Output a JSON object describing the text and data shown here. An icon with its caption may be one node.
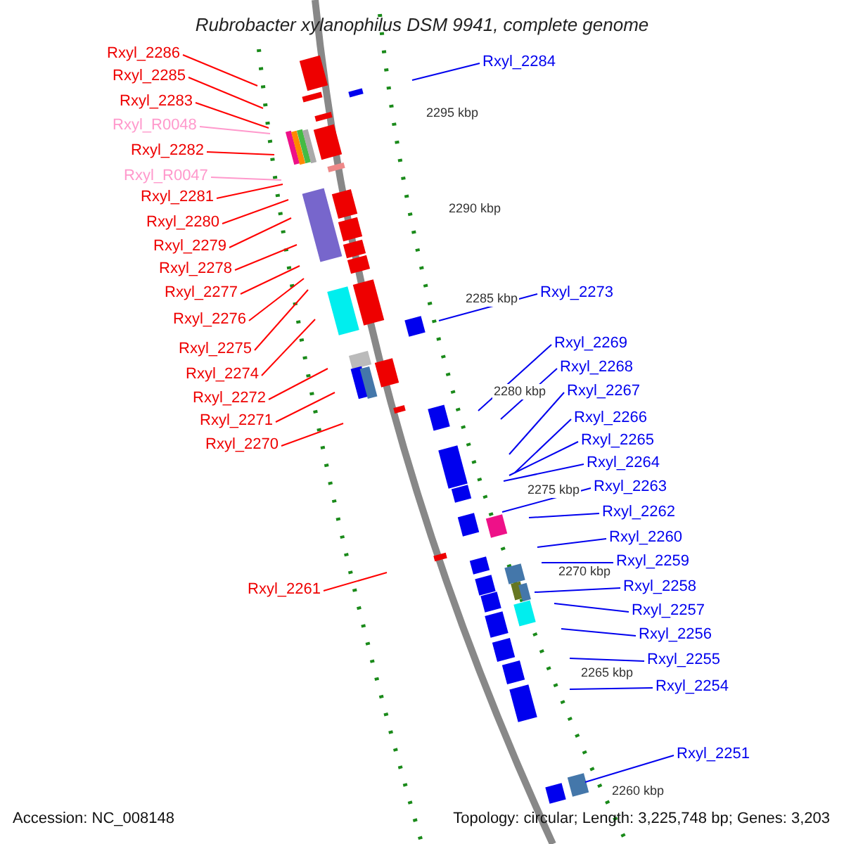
{
  "diagram": {
    "title": "Rubrobacter xylanophilus DSM 9941, complete genome",
    "nodes": [
      {
        "text": [
          "Rxyl_2286"
        ]
      },
      {
        "text": [
          "Rxyl_2285"
        ]
      },
      {
        "text": [
          "Rxyl_2283"
        ]
      },
      {
        "text": [
          "Rxyl_R0048"
        ]
      },
      {
        "text": [
          "Rxyl_2282"
        ]
      },
      {
        "text": [
          "Rxyl_R0047"
        ]
      },
      {
        "text": [
          "Rxyl_2281"
        ]
      },
      {
        "text": [
          "Rxyl_2280"
        ]
      },
      {
        "text": [
          "Rxyl_2279"
        ]
      },
      {
        "text": [
          "Rxyl_2278"
        ]
      },
      {
        "text": [
          "Rxyl_2277"
        ]
      },
      {
        "text": [
          "Rxyl_2276"
        ]
      },
      {
        "text": [
          "Rxyl_2275"
        ]
      },
      {
        "text": [
          "Rxyl_2274"
        ]
      },
      {
        "text": [
          "Rxyl_2272"
        ]
      },
      {
        "text": [
          "Rxyl_2271"
        ]
      },
      {
        "text": [
          "Rxyl_2270"
        ]
      },
      {
        "text": [
          "Rxyl_2261"
        ]
      },
      {
        "text": [
          "Rxyl_2284"
        ]
      },
      {
        "text": [
          "Rxyl_2273"
        ]
      },
      {
        "text": [
          "Rxyl_2269"
        ]
      },
      {
        "text": [
          "Rxyl_2268"
        ]
      },
      {
        "text": [
          "Rxyl_2267"
        ]
      },
      {
        "text": [
          "Rxyl_2266"
        ]
      },
      {
        "text": [
          "Rxyl_2265"
        ]
      },
      {
        "text": [
          "Rxyl_2264"
        ]
      },
      {
        "text": [
          "Rxyl_2263"
        ]
      },
      {
        "text": [
          "Rxyl_2262"
        ]
      },
      {
        "text": [
          "Rxyl_2260"
        ]
      },
      {
        "text": [
          "Rxyl_2259"
        ]
      },
      {
        "text": [
          "Rxyl_2258"
        ]
      },
      {
        "text": [
          "Rxyl_2257"
        ]
      },
      {
        "text": [
          "Rxyl_2256"
        ]
      },
      {
        "text": [
          "Rxyl_2255"
        ]
      },
      {
        "text": [
          "Rxyl_2254"
        ]
      },
      {
        "text": [
          "Rxyl_2251"
        ]
      }
    ],
    "edges": [
      {
        "from": 0,
        "to": null,
        "arrow": "none",
        "color": "#ff0000"
      },
      {
        "from": 1,
        "to": null,
        "arrow": "none",
        "color": "#ff0000"
      },
      {
        "from": 2,
        "to": null,
        "arrow": "none",
        "color": "#ff0000"
      },
      {
        "from": 3,
        "to": null,
        "arrow": "none",
        "color": "#ff99cc"
      },
      {
        "from": 4,
        "to": null,
        "arrow": "none",
        "color": "#ff0000"
      },
      {
        "from": 5,
        "to": null,
        "arrow": "none",
        "color": "#ff99cc"
      },
      {
        "from": 6,
        "to": null,
        "arrow": "none",
        "color": "#ff0000"
      },
      {
        "from": 7,
        "to": null,
        "arrow": "none",
        "color": "#ff0000"
      },
      {
        "from": 8,
        "to": null,
        "arrow": "none",
        "color": "#ff0000"
      },
      {
        "from": 9,
        "to": null,
        "arrow": "none",
        "color": "#ff0000"
      },
      {
        "from": 10,
        "to": null,
        "arrow": "none",
        "color": "#ff0000"
      },
      {
        "from": 11,
        "to": null,
        "arrow": "none",
        "color": "#ff0000"
      },
      {
        "from": 12,
        "to": null,
        "arrow": "none",
        "color": "#ff0000"
      },
      {
        "from": 13,
        "to": null,
        "arrow": "none",
        "color": "#ff0000"
      },
      {
        "from": 14,
        "to": null,
        "arrow": "none",
        "color": "#ff0000"
      },
      {
        "from": 15,
        "to": null,
        "arrow": "none",
        "color": "#ff0000"
      },
      {
        "from": 16,
        "to": null,
        "arrow": "none",
        "color": "#ff0000"
      },
      {
        "from": 17,
        "to": null,
        "arrow": "none",
        "color": "#ff0000"
      },
      {
        "from": 18,
        "to": null,
        "arrow": "none"
      },
      {
        "from": 19,
        "to": null,
        "arrow": "none"
      },
      {
        "from": 20,
        "to": null,
        "arrow": "none"
      },
      {
        "from": 21,
        "to": null,
        "arrow": "none"
      },
      {
        "from": 22,
        "to": null,
        "arrow": "none"
      },
      {
        "from": 23,
        "to": null,
        "arrow": "none"
      },
      {
        "from": 24,
        "to": null,
        "arrow": "none"
      },
      {
        "from": 25,
        "to": null,
        "arrow": "none"
      },
      {
        "from": 26,
        "to": null,
        "arrow": "none"
      },
      {
        "from": 27,
        "to": null,
        "arrow": "none"
      },
      {
        "from": 28,
        "to": null,
        "arrow": "none"
      },
      {
        "from": 29,
        "to": null,
        "arrow": "none"
      },
      {
        "from": 30,
        "to": null,
        "arrow": "none"
      },
      {
        "from": 31,
        "to": null,
        "arrow": "none"
      },
      {
        "from": 32,
        "to": null,
        "arrow": "none"
      },
      {
        "from": 33,
        "to": null,
        "arrow": "none"
      },
      {
        "from": 34,
        "to": null,
        "arrow": "none"
      },
      {
        "from": 35,
        "to": null,
        "arrow": "none"
      }
    ],
    "labels": [
      "2295 kbp",
      "2290 kbp",
      "2285 kbp",
      "2280 kbp",
      "2275 kbp",
      "2270 kbp",
      "2265 kbp",
      "2260 kbp",
      "Accession: NC_008148",
      "Topology: circular; Length: 3,225,748 bp; Genes: 3,203"
    ]
  }
}
